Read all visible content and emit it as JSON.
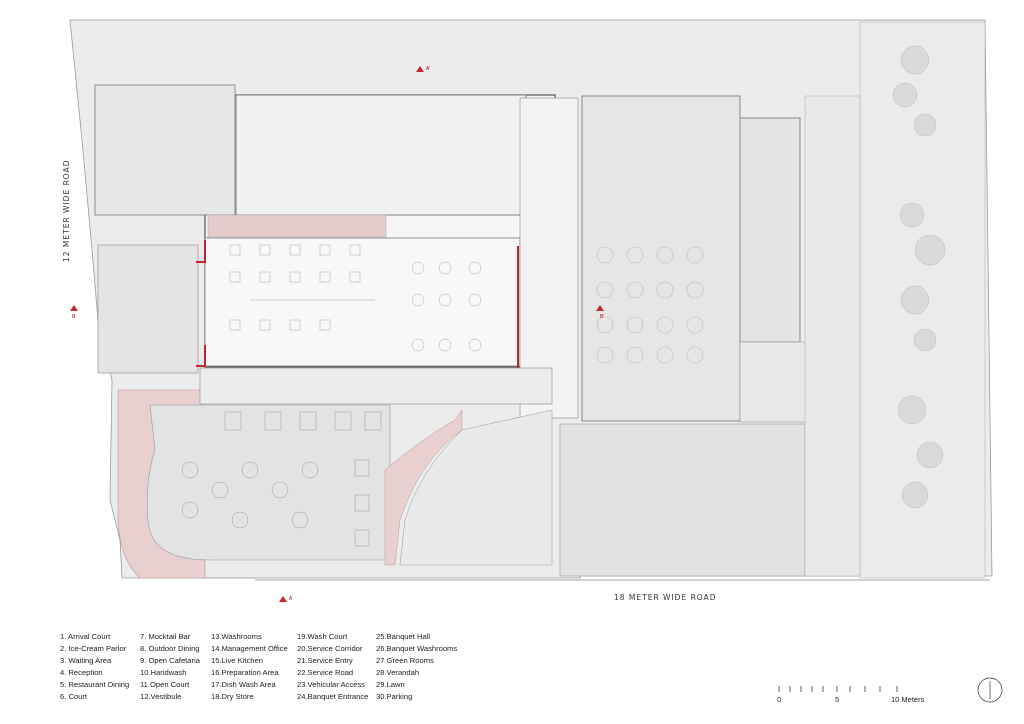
{
  "roads": {
    "left": "12 METER WIDE ROAD",
    "bottom": "18 METER WIDE ROAD"
  },
  "legend": {
    "col1": [
      "1.  Arrival Court",
      "2.  Ice-Cream Parlor",
      "3.  Waiting Area",
      "4.  Reception",
      "5.  Restaurant Dining",
      "6.  Court"
    ],
    "col2": [
      "7.  Mocktail Bar",
      "8.  Outdoor Dining",
      "9.  Open Cafetaria",
      "10.Handwash",
      "11.Open Court",
      "12.Vestibule"
    ],
    "col3": [
      "13.Washrooms",
      "14.Management Office",
      "15.Live Kitchen",
      "16.Preparation Area",
      "17.Dish Wash Area",
      "18.Dry Store"
    ],
    "col4": [
      "19.Wash Court",
      "20.Service Corridor",
      "21.Service Entry",
      "22.Service Road",
      "23.Vehicular Access",
      "24.Banquet Entrance"
    ],
    "col5": [
      "25.Banquet Hall",
      "26.Banquet Washrooms",
      "27.Green Rooms",
      "28.Verandah",
      "29.Lawn",
      "30.Parking"
    ]
  },
  "scale": {
    "t0": "0",
    "t5": "5",
    "t10": "10  Meters"
  },
  "section_marks": {
    "a_top": "A'",
    "a_bottom": "A",
    "b_left": "B",
    "b_right": "B'"
  },
  "colors": {
    "paving": "#ececec",
    "landscape": "#e8cfd0",
    "wall": "#8a8a8a",
    "accent": "#c0272d"
  }
}
